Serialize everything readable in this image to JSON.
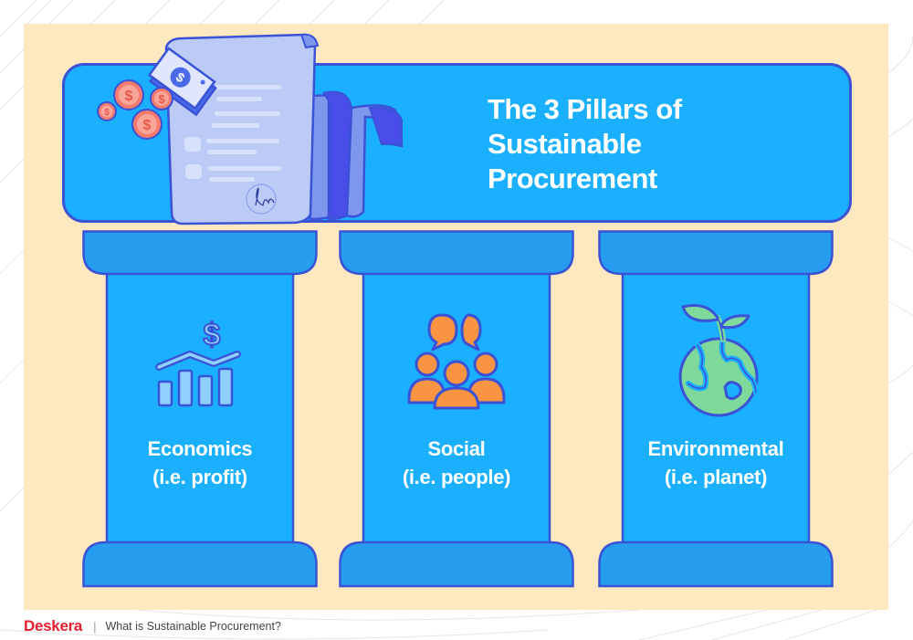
{
  "colors": {
    "background": "#ffffff",
    "panel": "#fde8bf",
    "banner": "#1bb0fe",
    "outline": "#3a52d6",
    "pillar_cap": "#279df0",
    "pillar_body": "#1bb0fe",
    "coin": "#f47c6e",
    "people": "#f99542",
    "globe": "#7fd99a",
    "brand": "#e5202e"
  },
  "header": {
    "title_line1": "The 3 Pillars of",
    "title_line2": "Sustainable",
    "title_line3": "Procurement",
    "illustration": "contract-document-with-money-icon"
  },
  "pillars": [
    {
      "title": "Economics",
      "subtitle": "(i.e. profit)",
      "icon": "chart-dollar-icon"
    },
    {
      "title": "Social",
      "subtitle": "(i.e. people)",
      "icon": "people-chat-icon"
    },
    {
      "title": "Environmental",
      "subtitle": "(i.e. planet)",
      "icon": "globe-sprout-icon"
    }
  ],
  "footer": {
    "brand": "Deskera",
    "separator": "|",
    "subtitle": "What is Sustainable Procurement?"
  }
}
